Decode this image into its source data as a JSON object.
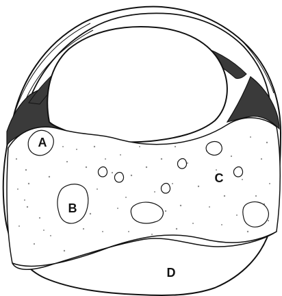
{
  "diagram": {
    "labels": {
      "a": "A",
      "b": "B",
      "c": "C",
      "d": "D"
    },
    "colors": {
      "background": "#ffffff",
      "ink": "#111111",
      "dark_tissue": "#3a3a3a",
      "speckle_tissue": "#8a8a8a"
    }
  }
}
